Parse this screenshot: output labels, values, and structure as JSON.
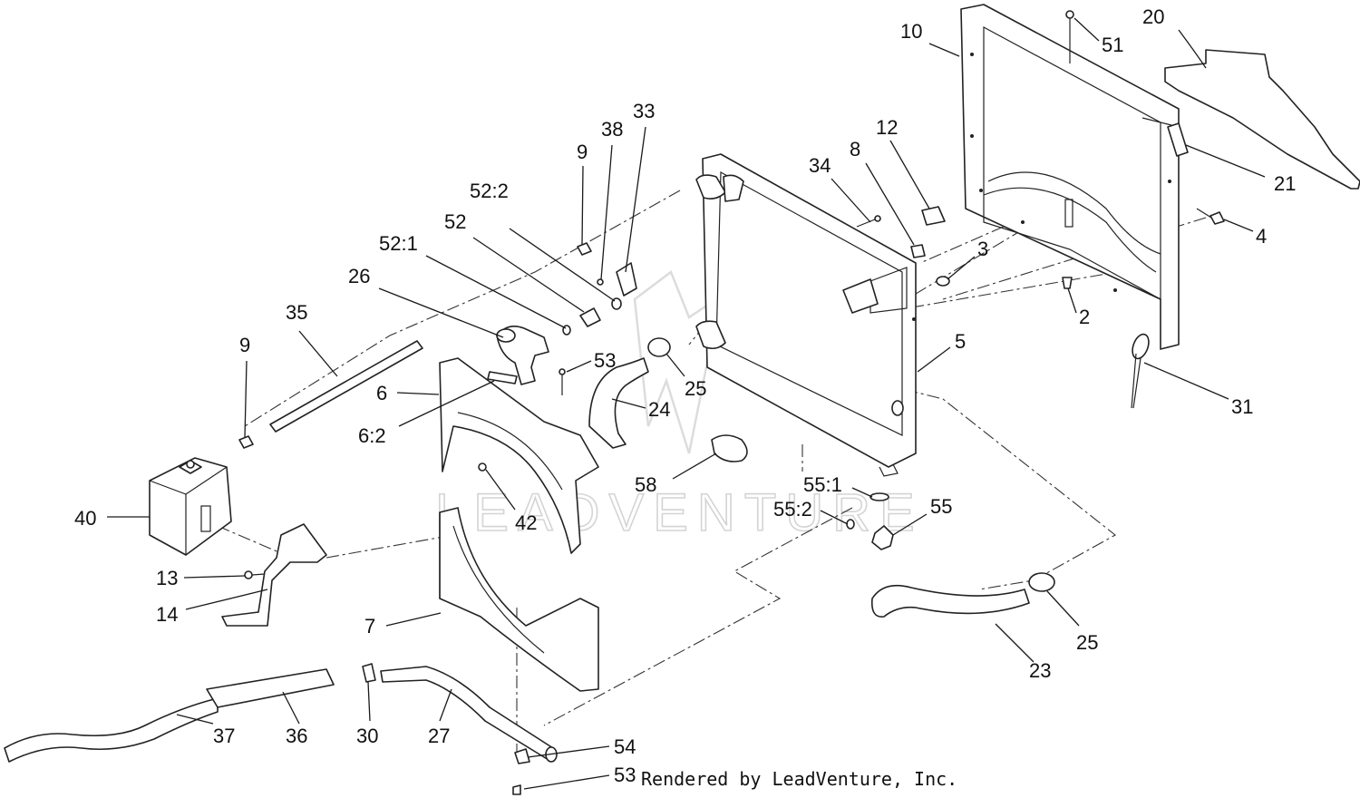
{
  "diagram": {
    "credit": "Rendered by LeadVenture, Inc.",
    "watermark": "LEADVENTURE",
    "callouts": {
      "c20": "20",
      "c10": "10",
      "c51": "51",
      "c21": "21",
      "c4": "4",
      "c12": "12",
      "c8": "8",
      "c34": "34",
      "c3": "3",
      "c2": "2",
      "c5": "5",
      "c31": "31",
      "c33": "33",
      "c38": "38",
      "c9a": "9",
      "c52_2": "52:2",
      "c52": "52",
      "c52_1": "52:1",
      "c26": "26",
      "c35": "35",
      "c9b": "9",
      "c53a": "53",
      "c25a": "25",
      "c24": "24",
      "c6": "6",
      "c6_2": "6:2",
      "c58": "58",
      "c55_1": "55:1",
      "c55_2": "55:2",
      "c55": "55",
      "c42": "42",
      "c40": "40",
      "c13": "13",
      "c14": "14",
      "c7": "7",
      "c25b": "25",
      "c23": "23",
      "c37": "37",
      "c36": "36",
      "c30": "30",
      "c27": "27",
      "c54": "54",
      "c53b": "53"
    }
  }
}
